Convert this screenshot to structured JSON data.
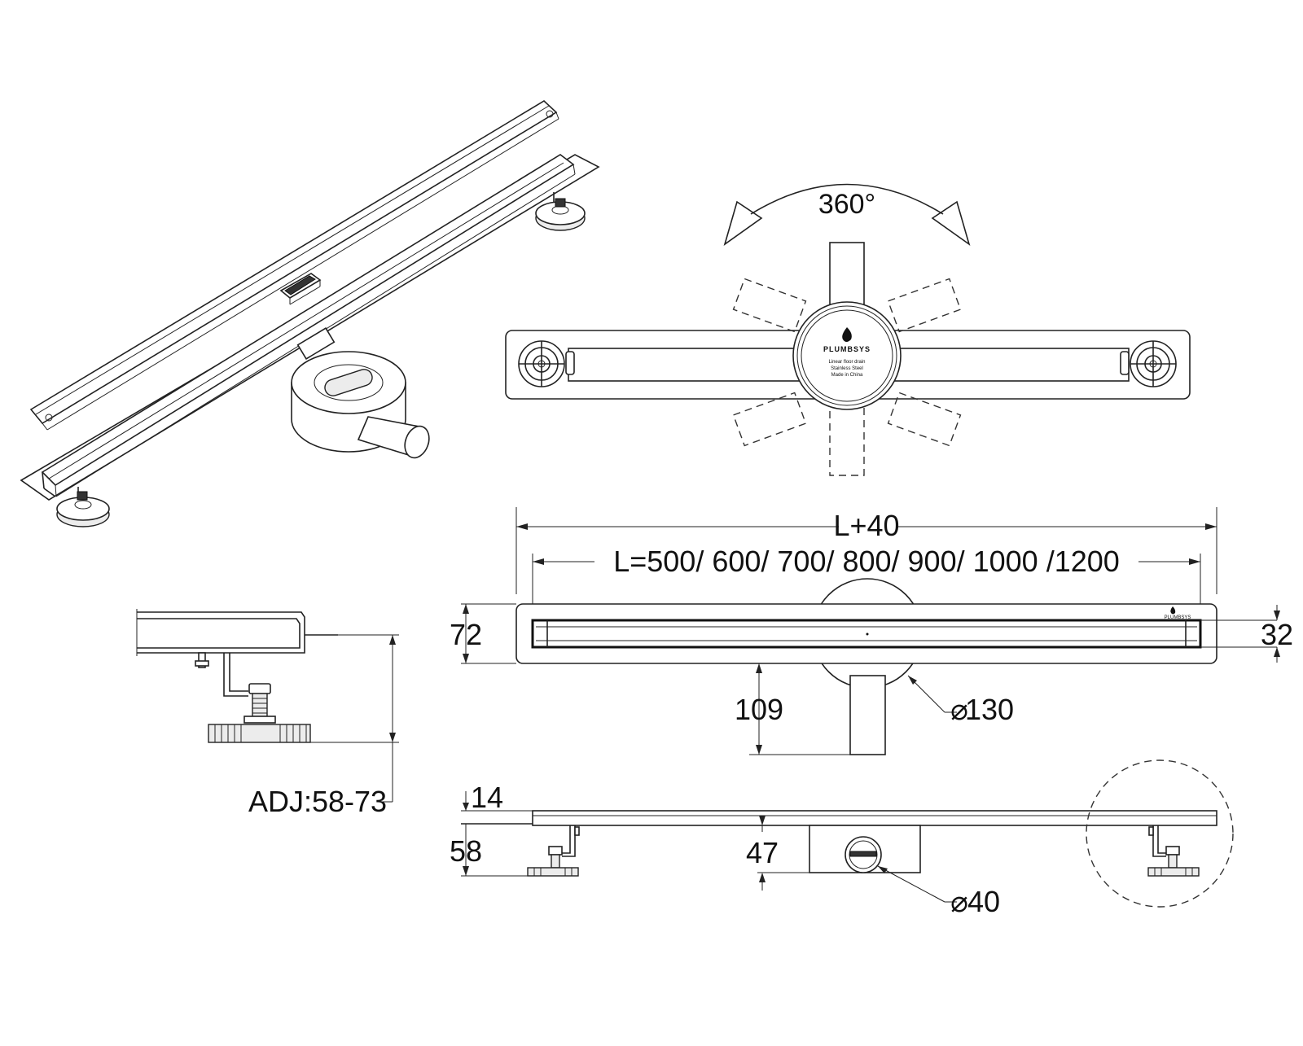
{
  "rotation_label": "360°",
  "brand": {
    "logo_text": "PLUMBSYS",
    "info_lines": [
      "Linear floor drain",
      "Stainless Steel",
      "Made in China"
    ]
  },
  "dimensions": {
    "total_length": "L+40",
    "lengths": "L=500/ 600/ 700/ 800/ 900/ 1000 /1200",
    "frame_width": "72",
    "grate_width": "32",
    "outlet_offset": "109",
    "body_diameter": "130",
    "body_diameter_symbol": "⌀",
    "adjustment": "ADJ:58-73",
    "flange_height": "14",
    "total_height": "58",
    "body_height": "47",
    "outlet_diameter": "40",
    "outlet_diameter_symbol": "⌀"
  }
}
